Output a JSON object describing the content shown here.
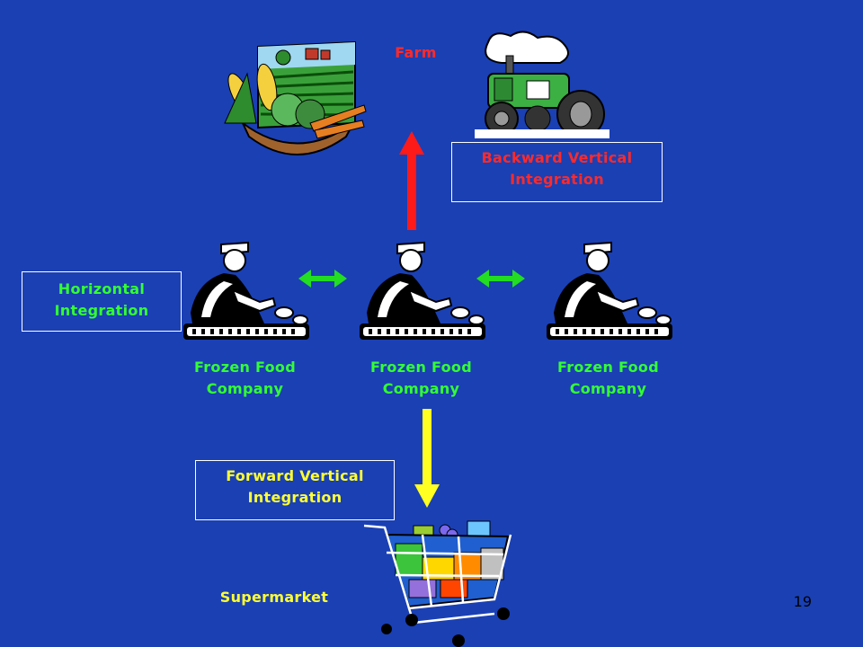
{
  "labels": {
    "farm": "Farm",
    "backward_line1": "Backward Vertical",
    "backward_line2": "Integration",
    "horizontal_line1": "Horizontal",
    "horizontal_line2": "Integration",
    "company_line1": "Frozen Food",
    "company_line2": "Company",
    "forward_line1": "Forward Vertical",
    "forward_line2": "Integration",
    "supermarket": "Supermarket"
  },
  "page_number": "19",
  "colors": {
    "background": "#1a40b4",
    "green_text": "#33ff33",
    "red_text": "#ff2a2a",
    "yellow_text": "#ffff33",
    "up_arrow": "#ff1a1a",
    "down_arrow": "#ffff22",
    "horizontal_arrows": "#22dd22"
  },
  "icons": [
    "farm-produce-basket-icon",
    "tractor-icon",
    "factory-worker-conveyor-icon",
    "shopping-cart-icon"
  ]
}
